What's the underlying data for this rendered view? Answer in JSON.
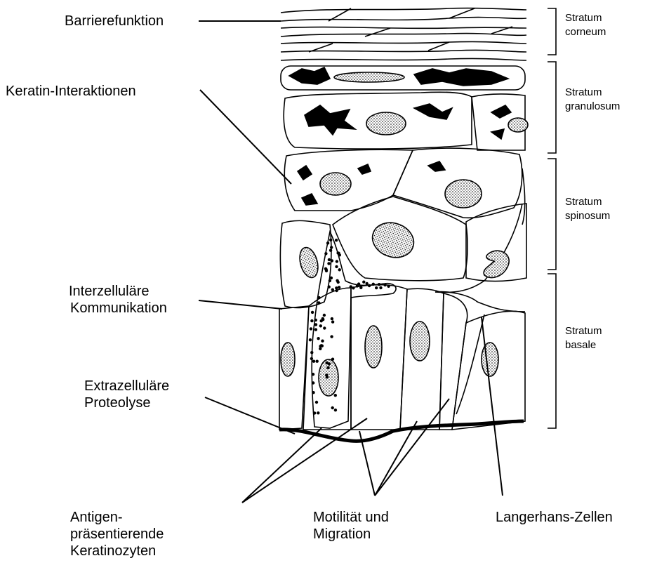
{
  "labels": {
    "barrier": "Barrierefunktion",
    "keratin": "Keratin-Interaktionen",
    "interzellulaer_1": "Interzelluläre",
    "interzellulaer_2": "Kommunikation",
    "extrazellulaer_1": "Extrazelluläre",
    "extrazellulaer_2": "Proteolyse",
    "antigen_1": "Antigen-",
    "antigen_2": "präsentierende",
    "antigen_3": "Keratinozyten",
    "motil_1": "Motilität und",
    "motil_2": "Migration",
    "langerhans": "Langerhans-Zellen"
  },
  "layers": [
    {
      "line1": "Stratum",
      "line2": "corneum"
    },
    {
      "line1": "Stratum",
      "line2": "granulosum"
    },
    {
      "line1": "Stratum",
      "line2": "spinosum"
    },
    {
      "line1": "Stratum",
      "line2": "basale"
    }
  ]
}
